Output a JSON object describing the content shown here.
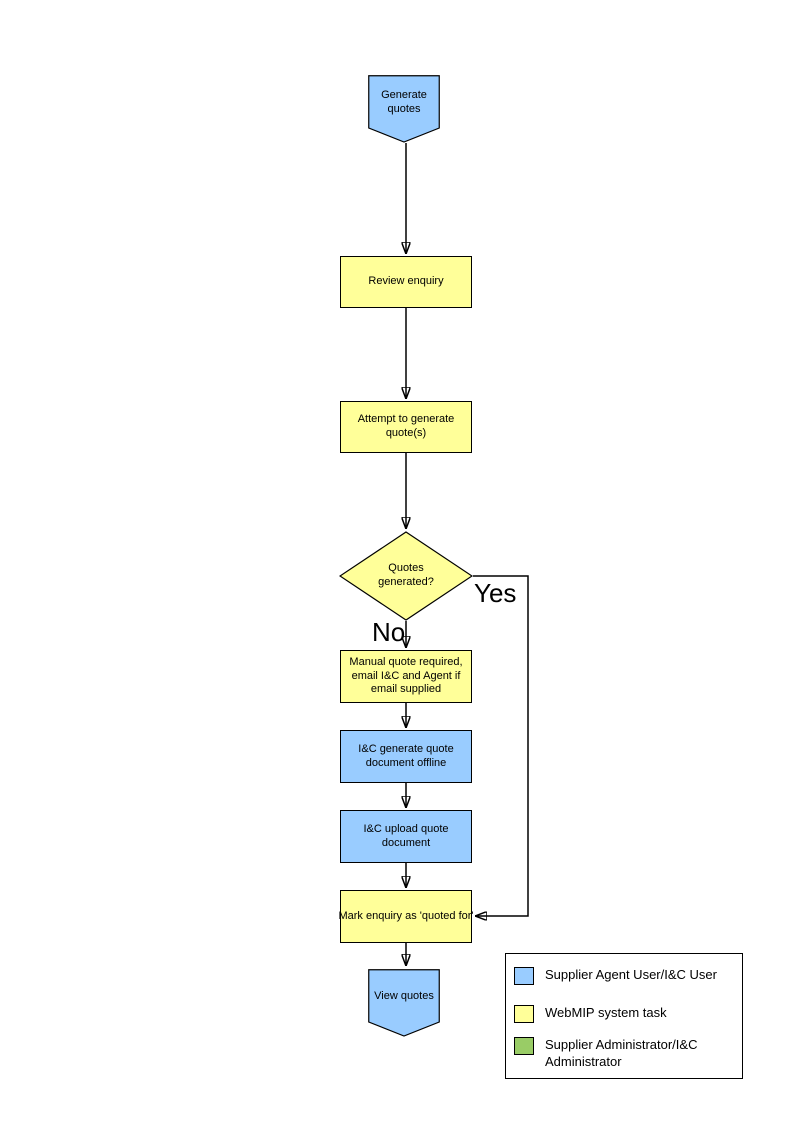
{
  "diagram": {
    "nodes": {
      "start": {
        "label": "Generate quotes",
        "shape": "pentagon-down",
        "fill": "#99CCFF"
      },
      "review_enquiry": {
        "label": "Review enquiry",
        "shape": "rect",
        "fill": "#FFFF99"
      },
      "attempt_generate": {
        "label": "Attempt to generate quote(s)",
        "shape": "rect",
        "fill": "#FFFF99"
      },
      "quotes_generated": {
        "label": "Quotes generated?",
        "shape": "diamond",
        "fill": "#FFFF99"
      },
      "manual_quote": {
        "label": "Manual quote required, email I&C and Agent if email supplied",
        "shape": "rect",
        "fill": "#FFFF99"
      },
      "generate_offline": {
        "label": "I&C generate quote document offline",
        "shape": "rect",
        "fill": "#99CCFF"
      },
      "upload_document": {
        "label": "I&C upload quote document",
        "shape": "rect",
        "fill": "#99CCFF"
      },
      "mark_enquiry": {
        "label": "Mark enquiry as 'quoted for'",
        "shape": "rect",
        "fill": "#FFFF99"
      },
      "end": {
        "label": "View quotes",
        "shape": "pentagon-down",
        "fill": "#99CCFF"
      }
    },
    "edge_labels": {
      "yes": "Yes",
      "no": "No"
    },
    "legend": {
      "items": [
        {
          "label": "Supplier Agent User/I&C User",
          "color": "#99CCFF"
        },
        {
          "label": "WebMIP system task",
          "color": "#FFFF99"
        },
        {
          "label": "Supplier Administrator/I&C Administrator",
          "color": "#99CC66"
        }
      ]
    },
    "colors": {
      "actor_task": "#99CCFF",
      "system_task": "#FFFF99",
      "admin_task": "#99CC66",
      "line": "#000000",
      "background": "#FFFFFF"
    }
  }
}
